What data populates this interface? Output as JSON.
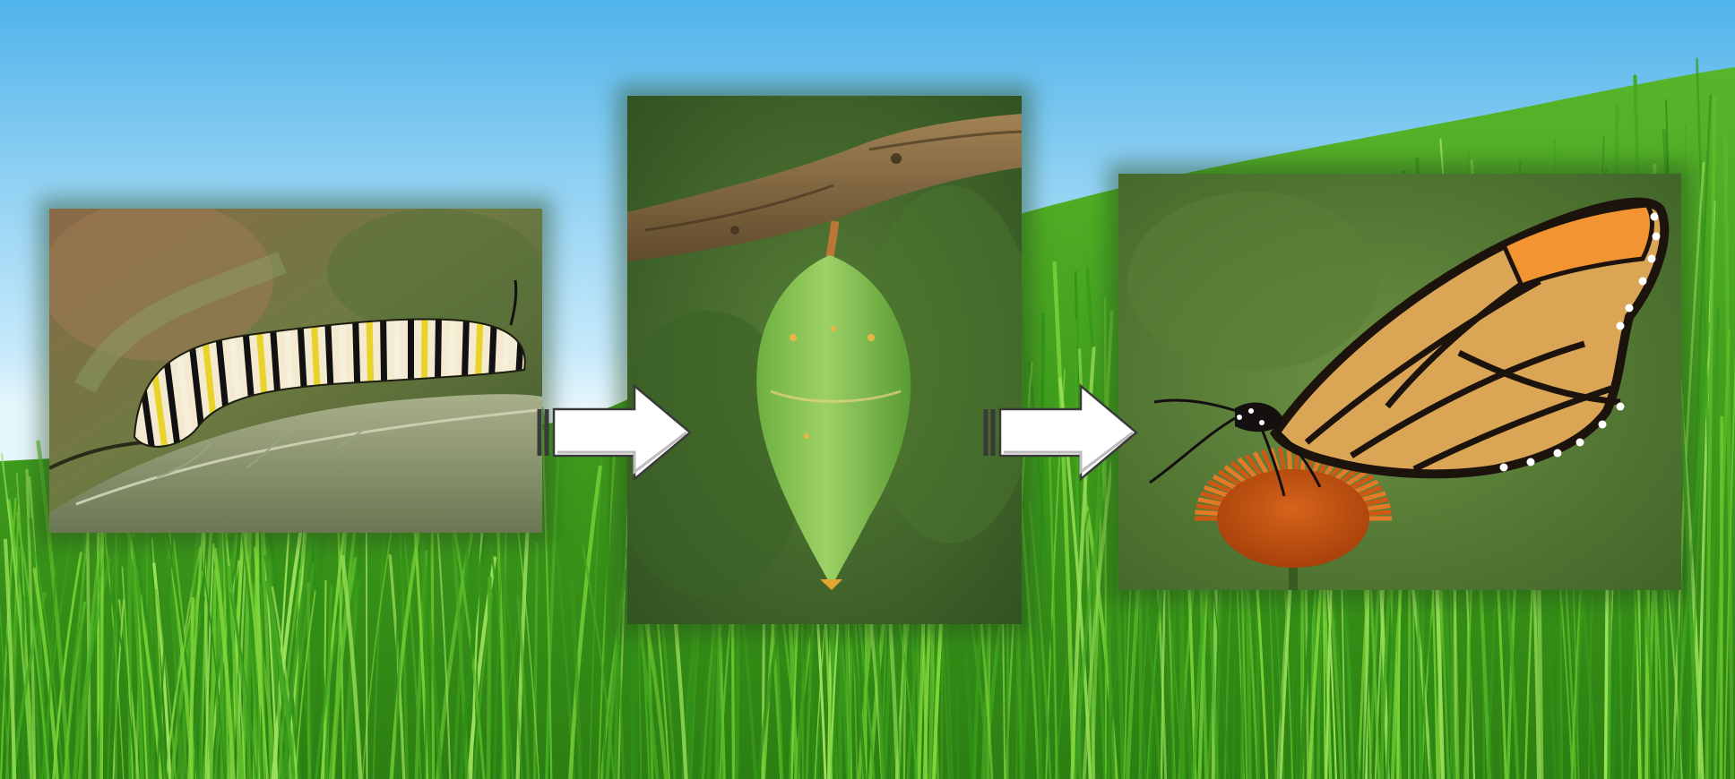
{
  "diagram": {
    "stages": [
      {
        "id": "caterpillar",
        "icon": "caterpillar-on-leaf-photo"
      },
      {
        "id": "chrysalis",
        "icon": "green-chrysalis-on-branch-photo"
      },
      {
        "id": "butterfly",
        "icon": "monarch-butterfly-on-flower-photo"
      }
    ],
    "connectors": [
      {
        "from": "caterpillar",
        "to": "chrysalis",
        "icon": "right-arrow-icon"
      },
      {
        "from": "chrysalis",
        "to": "butterfly",
        "icon": "right-arrow-icon"
      }
    ]
  },
  "colors": {
    "sky_top": "#4fb3ea",
    "sky_bottom": "#e6f6fd",
    "grass_dark": "#2f8f16",
    "grass_light": "#7fd63a",
    "arrow_fill": "#ffffff",
    "arrow_outline": "#3a3a3a"
  }
}
